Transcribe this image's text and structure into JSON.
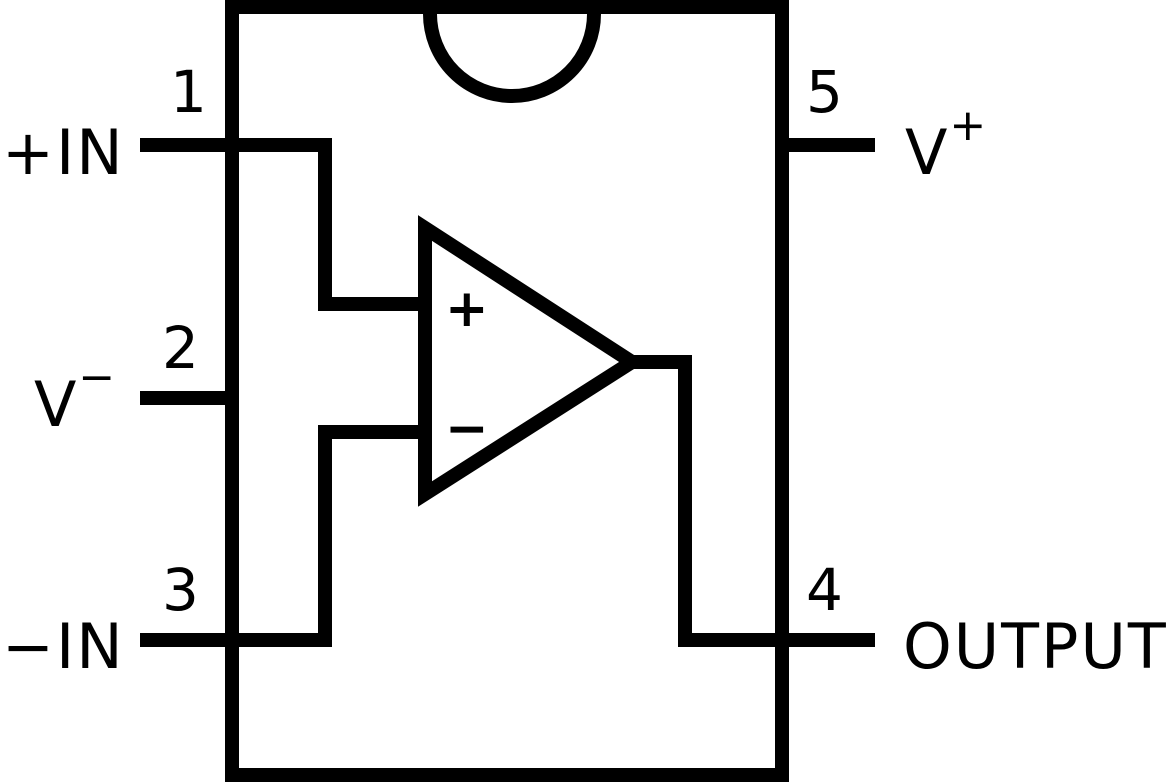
{
  "pins": [
    {
      "number": "1",
      "name": "+IN"
    },
    {
      "number": "2",
      "name": "V",
      "superscript": "−"
    },
    {
      "number": "3",
      "name": "−IN"
    },
    {
      "number": "4",
      "name": "OUTPUT"
    },
    {
      "number": "5",
      "name": "V",
      "superscript": "+"
    }
  ],
  "opamp": {
    "plus_sign": "+",
    "minus_sign": "−"
  },
  "colors": {
    "stroke": "#000000",
    "background": "#ffffff"
  }
}
